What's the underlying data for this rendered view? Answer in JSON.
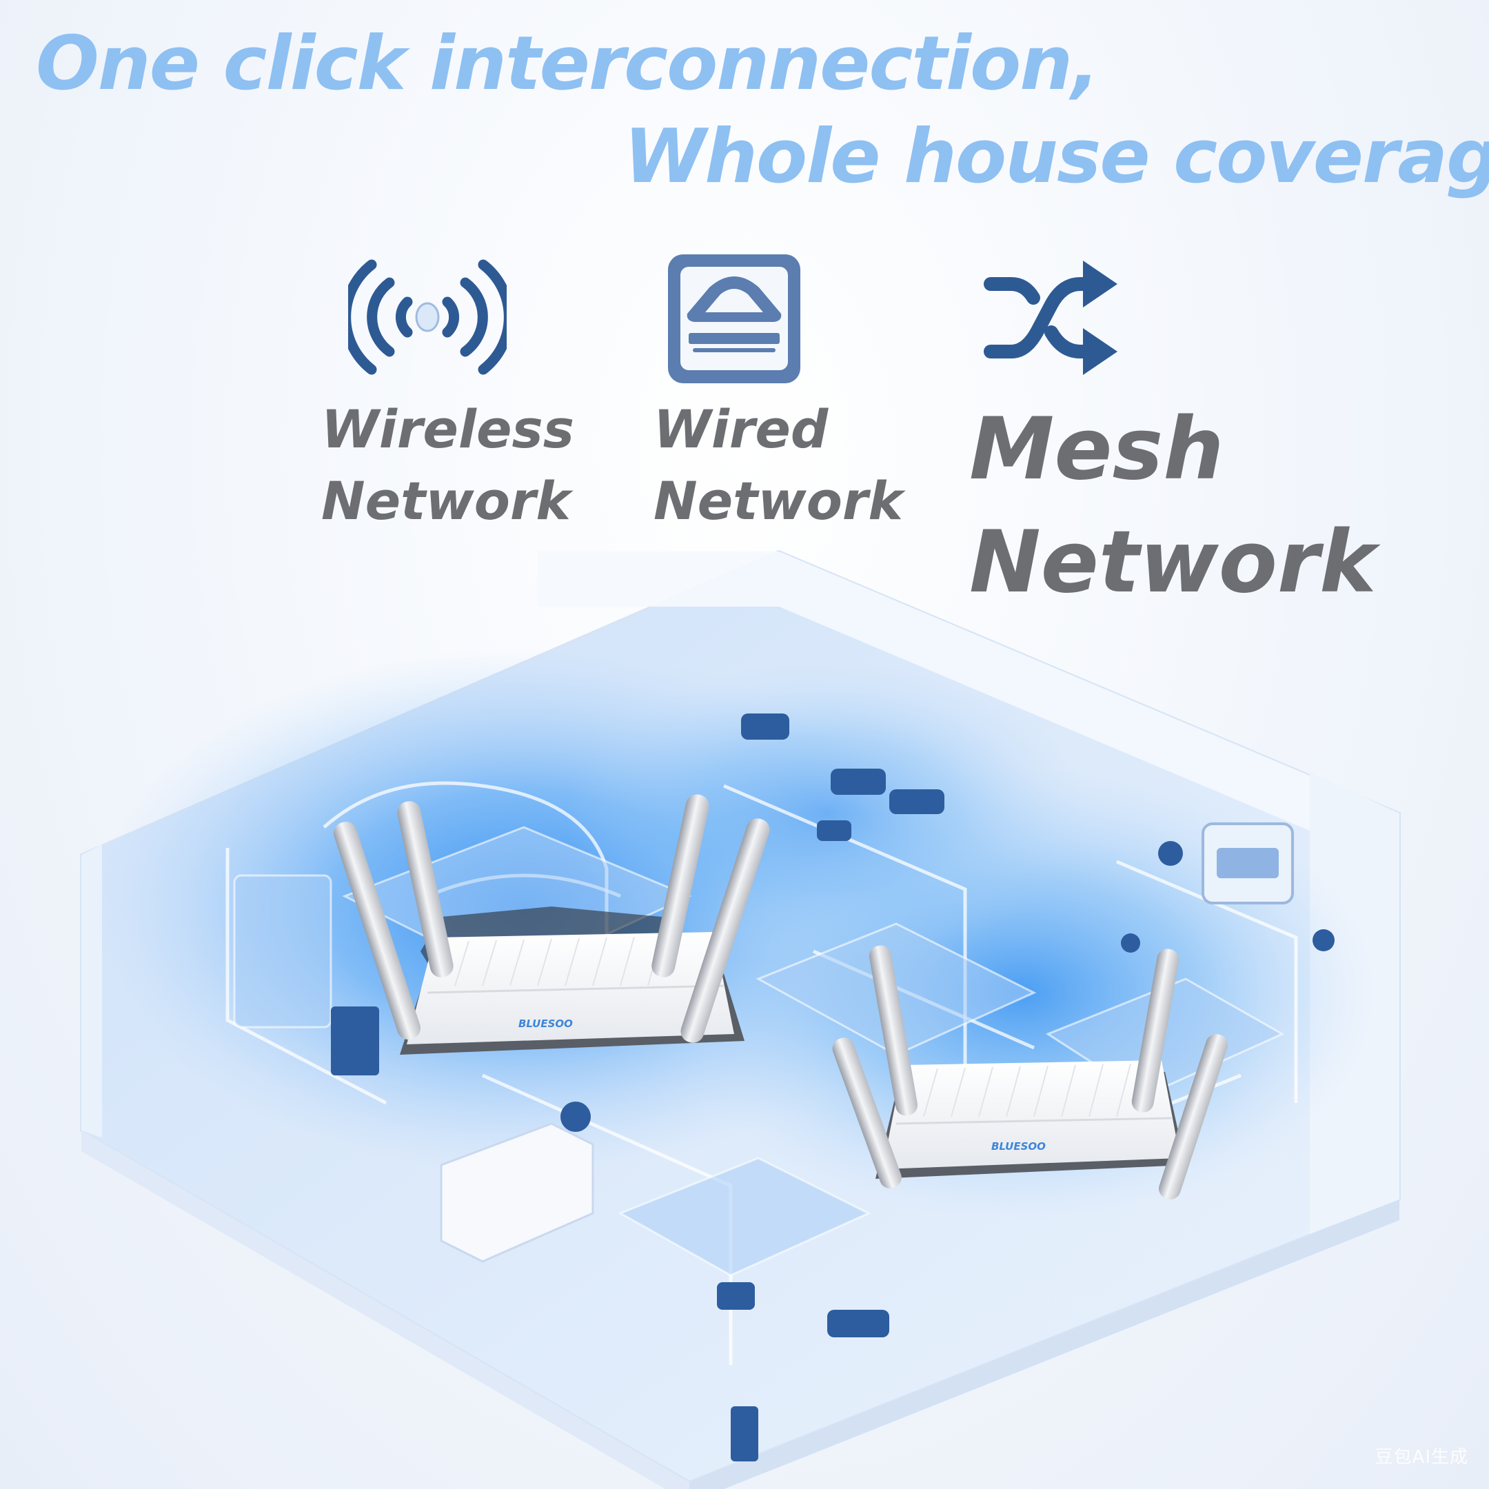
{
  "headline": {
    "line1": "One click interconnection,",
    "line2": "Whole house coverage"
  },
  "features": [
    {
      "icon": "wireless-signal-icon",
      "line1": "Wireless",
      "line2": "Network"
    },
    {
      "icon": "ethernet-port-icon",
      "line1": "Wired",
      "line2": "Network"
    },
    {
      "icon": "shuffle-arrows-icon",
      "line1": "Mesh",
      "line2": "Network"
    }
  ],
  "routers": [
    {
      "brand": "BLUESOO"
    },
    {
      "brand": "BLUESOO"
    }
  ],
  "watermark": "豆包AI生成",
  "colors": {
    "headline": "#8ec0f2",
    "icon": "#2e5a94",
    "label": "#6c6e72",
    "glow": "#2f8cf0"
  }
}
